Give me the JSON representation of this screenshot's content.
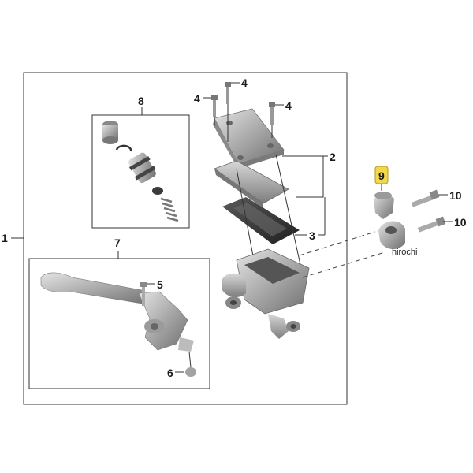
{
  "labels": {
    "l1": "1",
    "l2": "2",
    "l3": "3",
    "l4a": "4",
    "l4b": "4",
    "l4c": "4",
    "l5": "5",
    "l6": "6",
    "l7": "7",
    "l8": "8",
    "l9": "9",
    "l10a": "10",
    "l10b": "10"
  },
  "watermark": "hirochi",
  "colors": {
    "highlight": "#f2d64b",
    "part_light": "#c9c9c9",
    "part_mid": "#9a9a9a",
    "part_dark": "#555555",
    "gasket": "#2b2b2b"
  }
}
